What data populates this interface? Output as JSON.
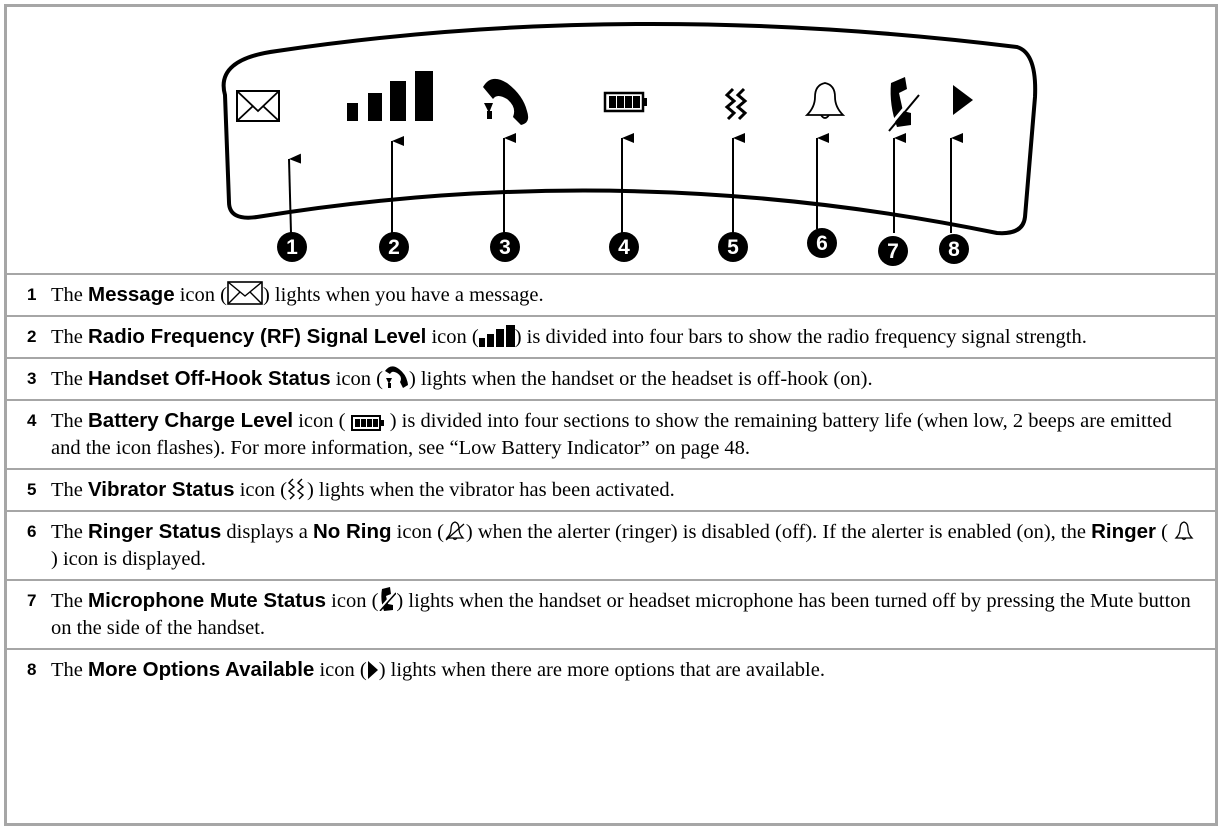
{
  "figure": {
    "callouts": [
      "1",
      "2",
      "3",
      "4",
      "5",
      "6",
      "7",
      "8"
    ],
    "icons": [
      "envelope-icon",
      "signal-bars-icon",
      "handset-off-hook-icon",
      "battery-icon",
      "vibrator-icon",
      "bell-icon",
      "mute-icon",
      "more-arrow-icon"
    ]
  },
  "items": [
    {
      "num": "1",
      "pre": "The ",
      "bold1": "Message",
      "mid1": " icon (",
      "icon": "envelope-icon",
      "post": ") lights when you have a message."
    },
    {
      "num": "2",
      "pre": "The ",
      "bold1": "Radio Frequency (RF) Signal Level",
      "mid1": " icon (",
      "icon": "signal-bars-icon",
      "post": ") is divided into four bars to show the radio frequency signal strength."
    },
    {
      "num": "3",
      "pre": "The ",
      "bold1": "Handset Off-Hook Status",
      "mid1": " icon (",
      "icon": "handset-off-hook-icon",
      "post": ") lights when the handset or the headset is off-hook (on)."
    },
    {
      "num": "4",
      "pre": "The ",
      "bold1": "Battery Charge Level",
      "mid1": " icon ( ",
      "icon": "battery-icon",
      "post": " ) is divided into four sections to show the remaining battery life (when low, 2 beeps are emitted and the icon flashes). For more information, see “Low Battery Indicator” on page 48."
    },
    {
      "num": "5",
      "pre": "The ",
      "bold1": "Vibrator Status",
      "mid1": " icon (",
      "icon": "vibrator-icon",
      "post": ") lights when the vibrator has been activated."
    },
    {
      "num": "6",
      "pre": "The ",
      "bold1": "Ringer Status",
      "mid1": " displays a ",
      "bold2": "No Ring",
      "mid2": " icon (",
      "icon": "no-ring-icon",
      "post2": ") when the alerter (ringer) is disabled (off). If the alerter is enabled (on), the ",
      "bold3": "Ringer",
      "mid3": " ( ",
      "icon2": "bell-icon",
      "post": " ) icon is displayed."
    },
    {
      "num": "7",
      "pre": "The ",
      "bold1": "Microphone Mute Status",
      "mid1": " icon (",
      "icon": "mute-icon",
      "post": ") lights when the handset or headset microphone has been turned off by pressing the Mute button on the side of the handset."
    },
    {
      "num": "8",
      "pre": "The ",
      "bold1": "More Options Available",
      "mid1": " icon (",
      "icon": "more-arrow-icon",
      "post": ") lights when there are more options that are available."
    }
  ]
}
